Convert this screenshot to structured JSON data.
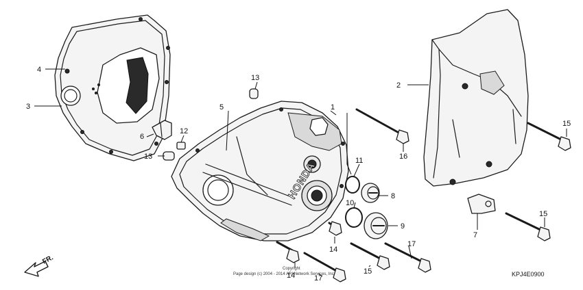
{
  "diagram": {
    "part_numbers": {
      "p1": "1",
      "p2": "2",
      "p3": "3",
      "p4": "4",
      "p5": "5",
      "p6": "6",
      "p7": "7",
      "p8": "8",
      "p9": "9",
      "p10": "10",
      "p11": "11",
      "p12": "12",
      "p13a": "13",
      "p13b": "13",
      "p14a": "14",
      "p14b": "14",
      "p15a": "15",
      "p15b": "15",
      "p15c": "15",
      "p16": "16",
      "p17a": "17",
      "p17b": "17"
    },
    "direction_label": "FR.",
    "cover_brand": "HONDA",
    "copyright_line1": "Copyright",
    "copyright_line2": "Page design (c) 2004 - 2014 ARI Network Services, Inc.",
    "diagram_code": "KPJ4E0900"
  }
}
